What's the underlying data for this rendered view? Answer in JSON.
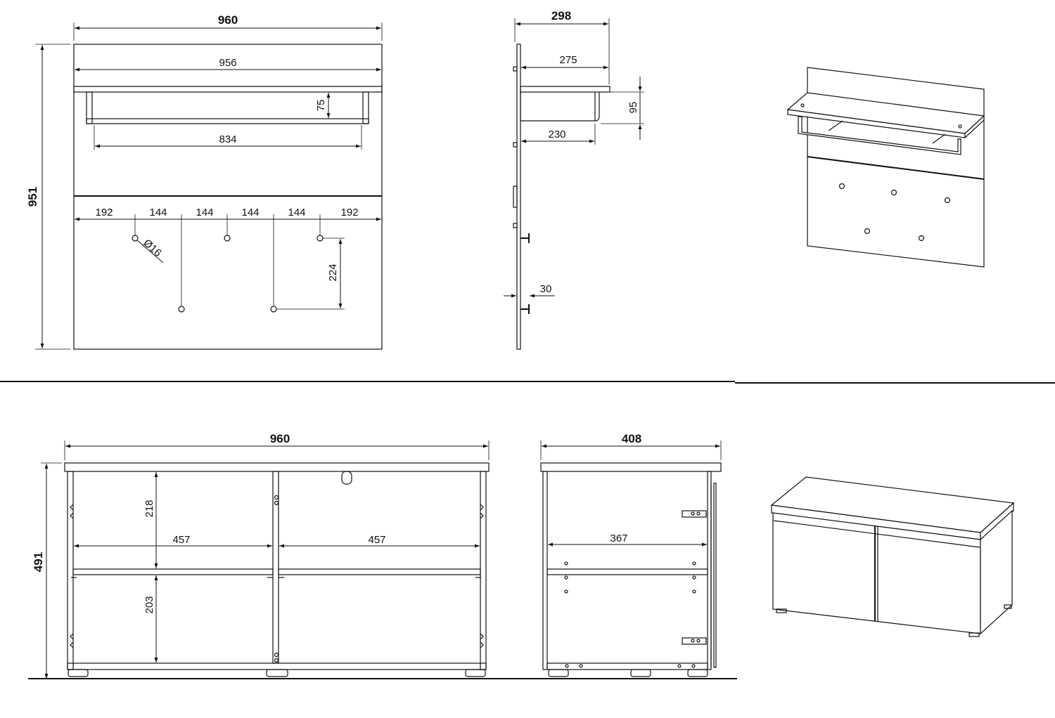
{
  "wall_panel_front": {
    "overall_width": "960",
    "overall_height": "951",
    "shelf_width": "956",
    "rail_height": "75",
    "rail_width": "834",
    "hook_spacing": [
      "192",
      "144",
      "144",
      "144",
      "144",
      "192"
    ],
    "hook_diameter": "Ø16",
    "hook_drop": "224"
  },
  "wall_panel_side": {
    "overall_depth": "298",
    "shelf_depth": "275",
    "rail_depth": "230",
    "rail_height": "95",
    "hook_length": "30"
  },
  "bench_front": {
    "overall_width": "960",
    "overall_height": "491",
    "upper_height": "218",
    "lower_height": "203",
    "left_inner_width": "457",
    "right_inner_width": "457"
  },
  "bench_side": {
    "overall_depth": "408",
    "inner_depth": "367"
  }
}
